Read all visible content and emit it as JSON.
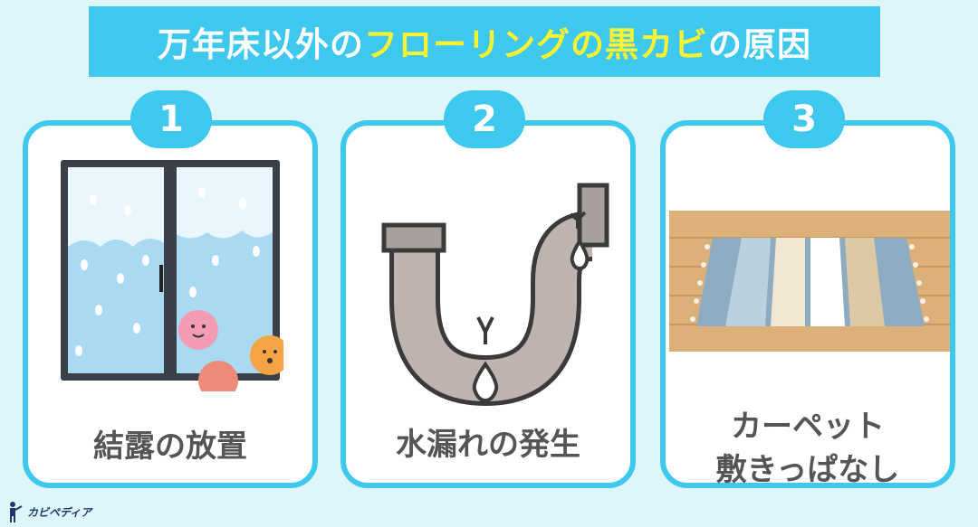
{
  "title": {
    "part1": "万年床以外の",
    "highlight": "フローリングの黒カビ",
    "part2": "の原因"
  },
  "cards": [
    {
      "number": "1",
      "label": "結露の放置"
    },
    {
      "number": "2",
      "label": "水漏れの発生"
    },
    {
      "number": "3",
      "label_line1": "カーペット",
      "label_line2": "敷きっぱなし"
    }
  ],
  "logo": {
    "text": "カビペディア"
  },
  "colors": {
    "accent": "#3ec8ed",
    "highlight": "#fff231",
    "background": "#dff5fc",
    "text": "#555555"
  }
}
